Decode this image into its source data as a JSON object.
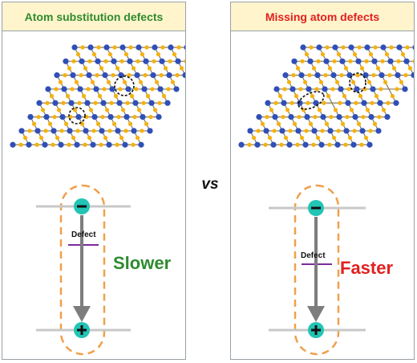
{
  "panels": [
    {
      "title": "Atom substitution defects",
      "speed": "Slower",
      "speed_color": "#2e8b2e",
      "defect_label": "Defect"
    },
    {
      "title": "Missing atom defects",
      "speed": "Faster",
      "speed_color": "#e02020",
      "defect_label": "Defect"
    }
  ],
  "vs_label": "vs",
  "colors": {
    "atom_blue": "#2f4fb8",
    "atom_yellow": "#f5b20e",
    "electron_teal": "#22c4b4",
    "capsule_orange": "#f0a04b",
    "level_gray": "#c8c8c8",
    "defect_purple": "#7a2a9e",
    "arrow_gray": "#7d7d7d"
  },
  "icons": {
    "electron": "minus-sign",
    "hole": "plus-sign"
  }
}
